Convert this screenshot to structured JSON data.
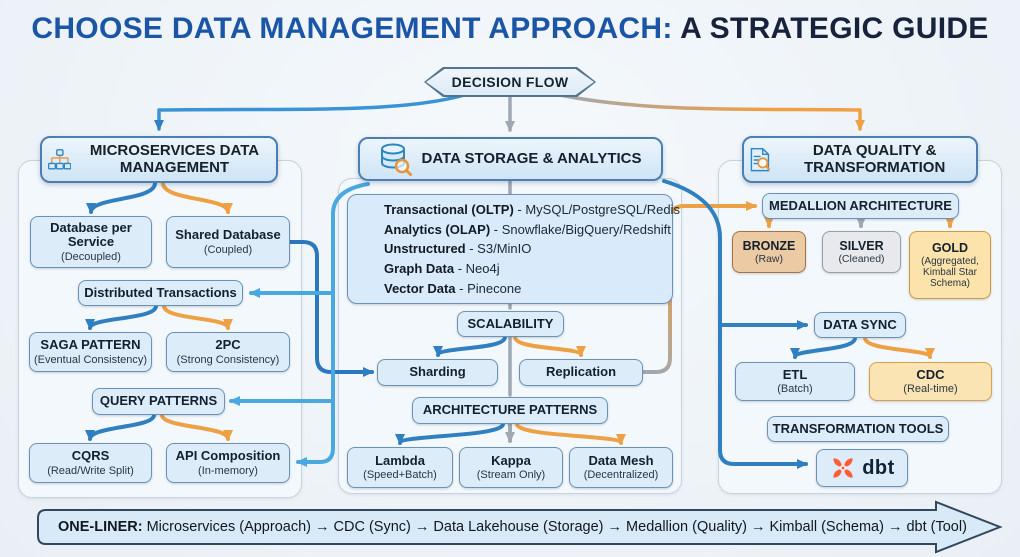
{
  "title": {
    "part1": "CHOOSE DATA MANAGEMENT APPROACH:",
    "part2": " A STRATEGIC GUIDE"
  },
  "decision_flow_label": "DECISION FLOW",
  "left": {
    "header": "MICROSERVICES DATA MANAGEMENT",
    "icon": "org-chart-icon",
    "nodes": {
      "db_per_service": {
        "title": "Database per Service",
        "subtitle": "(Decoupled)"
      },
      "shared_db": {
        "title": "Shared Database",
        "subtitle": "(Coupled)"
      },
      "distributed_tx": {
        "title": "Distributed Transactions"
      },
      "saga": {
        "title": "SAGA PATTERN",
        "subtitle": "(Eventual Consistency)"
      },
      "twopc": {
        "title": "2PC",
        "subtitle": "(Strong Consistency)"
      },
      "query_patterns": {
        "title": "QUERY PATTERNS"
      },
      "cqrs": {
        "title": "CQRS",
        "subtitle": "(Read/Write Split)"
      },
      "api_composition": {
        "title": "API Composition",
        "subtitle": "(In-memory)"
      }
    }
  },
  "middle": {
    "header": "DATA STORAGE & ANALYTICS",
    "icon": "database-search-icon",
    "storage_types": [
      {
        "label": "Transactional (OLTP)",
        "rest": " - MySQL/PostgreSQL/Redis"
      },
      {
        "label": "Analytics (OLAP)",
        "rest": " - Snowflake/BigQuery/Redshift"
      },
      {
        "label": "Unstructured",
        "rest": " - S3/MinIO"
      },
      {
        "label": "Graph Data",
        "rest": " - Neo4j"
      },
      {
        "label": "Vector Data",
        "rest": " - Pinecone"
      }
    ],
    "nodes": {
      "scalability": {
        "title": "SCALABILITY"
      },
      "sharding": {
        "title": "Sharding"
      },
      "replication": {
        "title": "Replication"
      },
      "architecture_patterns": {
        "title": "ARCHITECTURE PATTERNS"
      },
      "lambda": {
        "title": "Lambda",
        "subtitle": "(Speed+Batch)"
      },
      "kappa": {
        "title": "Kappa",
        "subtitle": "(Stream Only)"
      },
      "data_mesh": {
        "title": "Data Mesh",
        "subtitle": "(Decentralized)"
      }
    }
  },
  "right": {
    "header": "DATA QUALITY & TRANSFORMATION",
    "icon": "document-search-icon",
    "nodes": {
      "medallion": {
        "title": "MEDALLION ARCHITECTURE"
      },
      "bronze": {
        "title": "BRONZE",
        "subtitle": "(Raw)"
      },
      "silver": {
        "title": "SILVER",
        "subtitle": "(Cleaned)"
      },
      "gold": {
        "title": "GOLD",
        "subtitle": "(Aggregated, Kimball Star Schema)"
      },
      "data_sync": {
        "title": "DATA SYNC"
      },
      "etl": {
        "title": "ETL",
        "subtitle": "(Batch)"
      },
      "cdc": {
        "title": "CDC",
        "subtitle": "(Real-time)"
      },
      "transformation_tools": {
        "title": "TRANSFORMATION TOOLS"
      },
      "dbt": {
        "title": "dbt",
        "icon": "dbt-logo-icon"
      }
    }
  },
  "oneliner": {
    "label": "ONE-LINER:",
    "rest": " Microservices (Approach) → CDC (Sync) → Data Lakehouse (Storage) → Medallion (Quality) → Kimball (Schema) → dbt (Tool)"
  },
  "colors": {
    "title_blue": "#1b55a5",
    "title_dark": "#17233c",
    "arrow_blue": "#2f7fc1",
    "arrow_light_blue": "#49a8e0",
    "arrow_orange": "#eda044",
    "arrow_gray": "#9fa8b3",
    "node_fill": "#dcecf9",
    "bronze_fill": "#eccaa4",
    "silver_fill": "#e7e9ec",
    "gold_fill": "#fbe3ab",
    "cdc_fill": "#fbe4b4",
    "dbt_orange": "#ff5c35"
  }
}
